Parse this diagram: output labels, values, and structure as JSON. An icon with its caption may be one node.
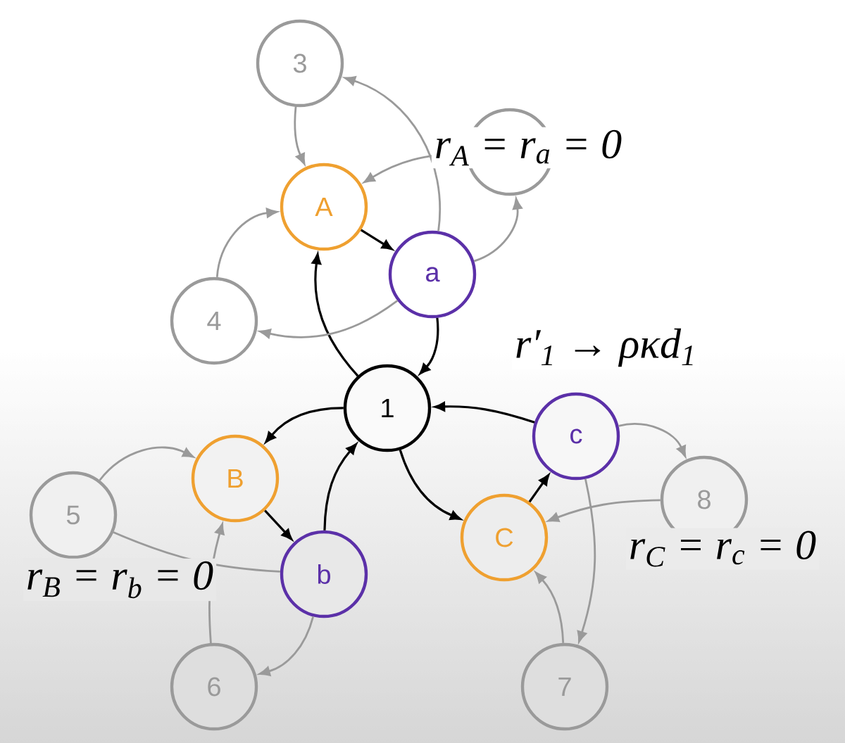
{
  "diagram": {
    "nodes": [
      {
        "text": [
          "1"
        ]
      },
      {
        "text": [
          "A"
        ]
      },
      {
        "text": [
          "a"
        ]
      },
      {
        "text": [
          "B"
        ]
      },
      {
        "text": [
          "b"
        ]
      },
      {
        "text": [
          "C"
        ]
      },
      {
        "text": [
          "c"
        ]
      },
      {
        "text": [
          "3"
        ]
      },
      {
        "text": [
          "4"
        ]
      },
      {
        "text": [
          "5"
        ]
      },
      {
        "text": [
          "6"
        ]
      },
      {
        "text": [
          "7"
        ]
      },
      {
        "text": [
          "8"
        ]
      },
      {
        "text": [],
        "shape": "circle"
      }
    ],
    "edges": [
      {
        "from": 0,
        "to": 1,
        "arrow": "to",
        "color": "#000000"
      },
      {
        "from": 1,
        "to": 2,
        "arrow": "to",
        "color": "#000000"
      },
      {
        "from": 2,
        "to": 0,
        "arrow": "to",
        "color": "#000000"
      },
      {
        "from": 0,
        "to": 3,
        "arrow": "to",
        "color": "#000000"
      },
      {
        "from": 3,
        "to": 4,
        "arrow": "to",
        "color": "#000000"
      },
      {
        "from": 4,
        "to": 0,
        "arrow": "to",
        "color": "#000000"
      },
      {
        "from": 0,
        "to": 5,
        "arrow": "to",
        "color": "#000000"
      },
      {
        "from": 5,
        "to": 6,
        "arrow": "to",
        "color": "#000000"
      },
      {
        "from": 6,
        "to": 0,
        "arrow": "to",
        "color": "#000000"
      },
      {
        "from": 7,
        "to": 1,
        "arrow": "to"
      },
      {
        "from": 2,
        "to": 7,
        "arrow": "to"
      },
      {
        "from": 8,
        "to": 1,
        "arrow": "to"
      },
      {
        "from": 2,
        "to": 8,
        "arrow": "to"
      },
      {
        "from": 13,
        "to": 1,
        "arrow": "to"
      },
      {
        "from": 2,
        "to": 13,
        "arrow": "to"
      },
      {
        "from": 9,
        "to": 3,
        "arrow": "to"
      },
      {
        "from": 10,
        "to": 3,
        "arrow": "to"
      },
      {
        "from": 4,
        "to": 10,
        "arrow": "to"
      },
      {
        "from": 4,
        "to": 9,
        "arrow": "none"
      },
      {
        "from": 6,
        "to": 12,
        "arrow": "to"
      },
      {
        "from": 6,
        "to": 11,
        "arrow": "to"
      },
      {
        "from": 11,
        "to": 5,
        "arrow": "to"
      },
      {
        "from": 12,
        "to": 5,
        "arrow": "to"
      }
    ],
    "labels": [
      "r$_{A}$ = r$_{a}$ = 0",
      "r′$_{1}$ → ρκd$_{1}$",
      "r$_{B}$ = r$_{b}$ = 0",
      "r$_{C}$ = r$_{c}$ = 0"
    ]
  }
}
